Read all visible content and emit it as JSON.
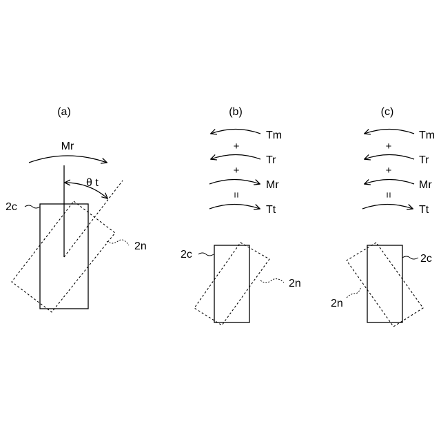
{
  "panels": {
    "a": {
      "label": "(a)",
      "moment_label": "Mr",
      "angle_label": "θ t",
      "rect_label": "2c",
      "dashed_label": "2n"
    },
    "b": {
      "label": "(b)",
      "terms": [
        "Tm",
        "Tr",
        "Mr",
        "Tt"
      ],
      "ops": [
        "+",
        "+",
        "="
      ],
      "rect_label": "2c",
      "dashed_label": "2n"
    },
    "c": {
      "label": "(c)",
      "terms": [
        "Tm",
        "Tr",
        "Mr",
        "Tt"
      ],
      "ops": [
        "+",
        "+",
        "="
      ],
      "rect_label": "2c",
      "dashed_label": "2n"
    }
  },
  "colors": {
    "stroke": "#000000",
    "background": "#ffffff"
  }
}
